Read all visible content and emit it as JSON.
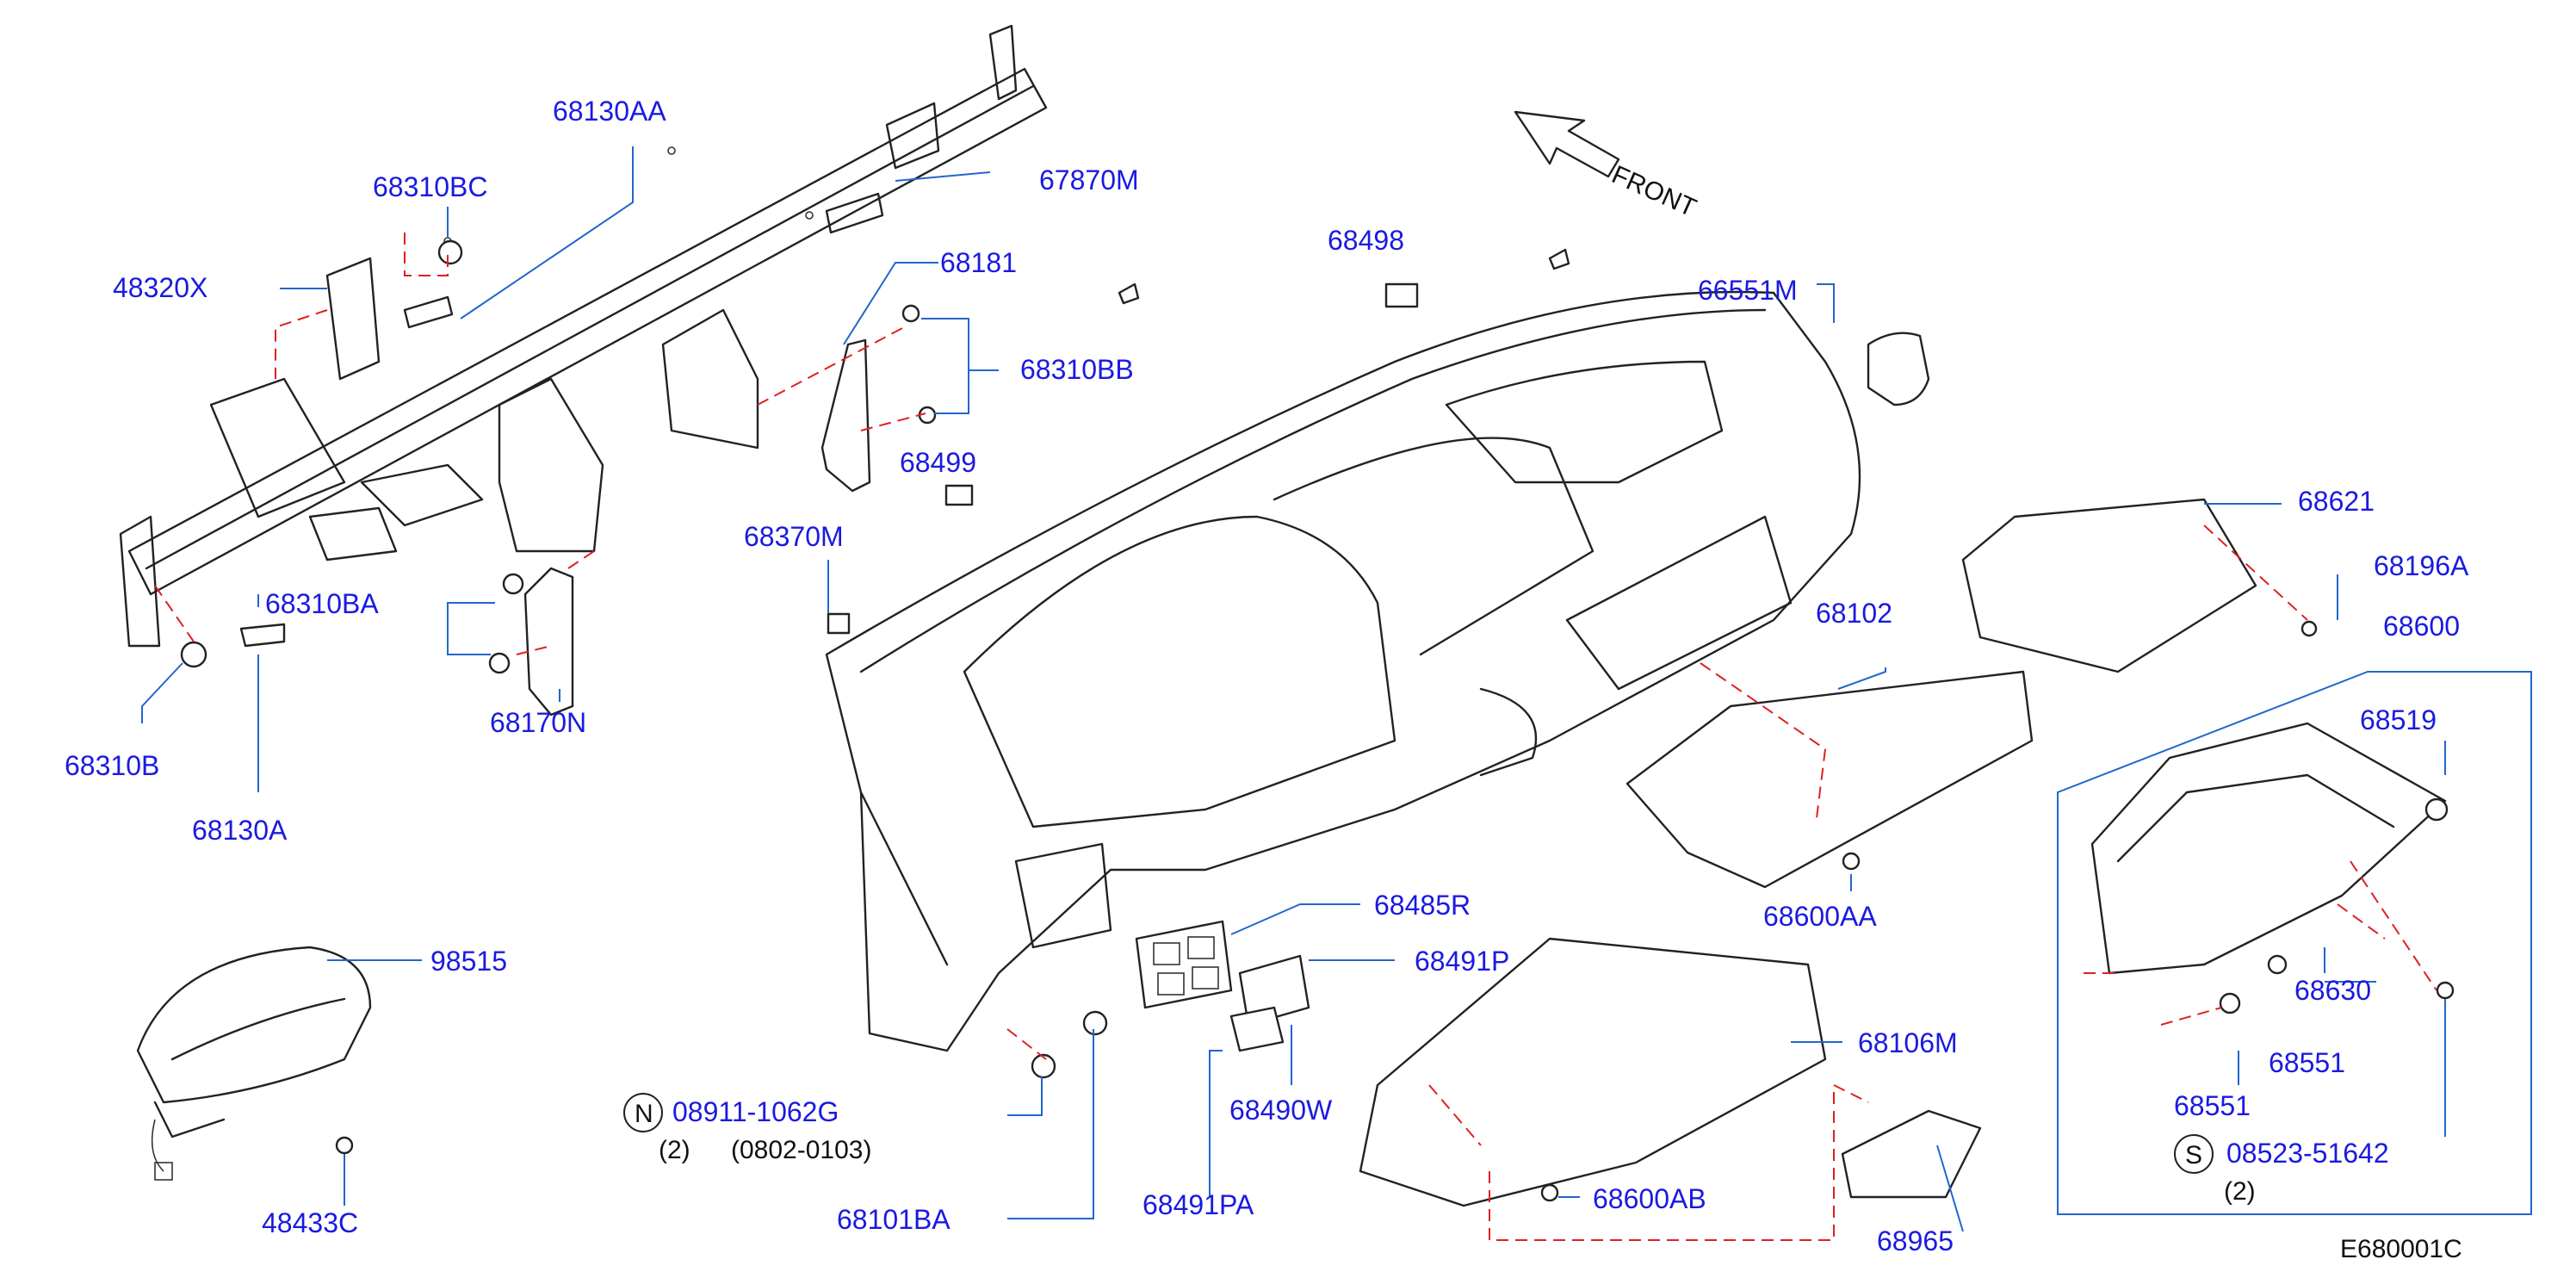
{
  "parts": {
    "p68130AA": "68130AA",
    "p68310BC": "68310BC",
    "p48320X": "48320X",
    "p67870M": "67870M",
    "p68181": "68181",
    "p68310BB": "68310BB",
    "p68499": "68499",
    "p68498": "68498",
    "p66551M": "66551M",
    "p68370M": "68370M",
    "p68310BA": "68310BA",
    "p68310B": "68310B",
    "p68130A": "68130A",
    "p68170N": "68170N",
    "p68621": "68621",
    "p68196A": "68196A",
    "p68600": "68600",
    "p68102": "68102",
    "p68519": "68519",
    "p68600AA": "68600AA",
    "p68485R": "68485R",
    "p68491P": "68491P",
    "p98515": "98515",
    "p68106M": "68106M",
    "p68630": "68630",
    "p68551a": "68551",
    "p68551b": "68551",
    "p08911": "08911-1062G",
    "p08911_qty": "(2)",
    "p08911_range": "(0802-0103)",
    "p68490W": "68490W",
    "p08523": "08523-51642",
    "p08523_qty": "(2)",
    "p48433C": "48433C",
    "p68101BA": "68101BA",
    "p68491PA": "68491PA",
    "p68600AB": "68600AB",
    "p68965": "68965"
  },
  "symbols": {
    "n": "N",
    "s": "S"
  },
  "front_label": "FRONT",
  "diagram_code": "E680001C",
  "colors": {
    "label": "#1a1ae0",
    "leader": "#2266cc",
    "dashed": "#e02020",
    "outline": "#222222"
  }
}
